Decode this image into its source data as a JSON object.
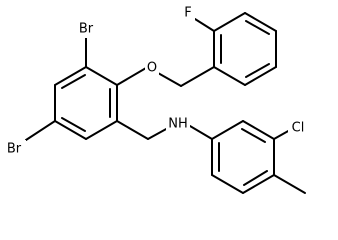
{
  "atom_labels": {
    "bromine_top": "Br",
    "bromine_left": "Br",
    "fluorine": "F",
    "oxygen": "O",
    "amine": "NH",
    "chlorine": "Cl"
  },
  "colors": {
    "bond": "#000000",
    "label": "#000000",
    "background": "#ffffff"
  }
}
